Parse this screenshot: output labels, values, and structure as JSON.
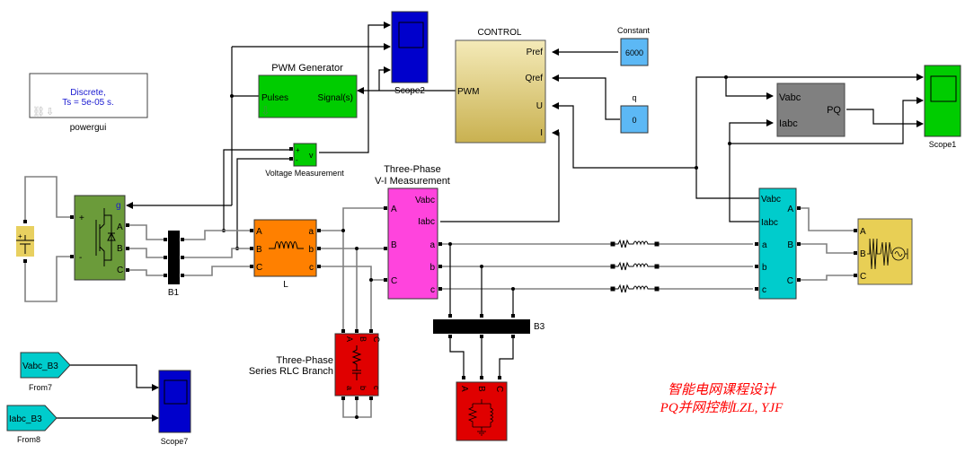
{
  "powergui": {
    "line1": "Discrete,",
    "line2": "Ts = 5e-05 s.",
    "label": "powergui"
  },
  "pwm_generator": {
    "title": "PWM Generator",
    "in_port": "Pulses",
    "out_port": "Signal(s)"
  },
  "scope2": {
    "label": "Scope2"
  },
  "control": {
    "title": "CONTROL",
    "in_port": "PWM",
    "ports": [
      "Pref",
      "Qref",
      "U",
      "I"
    ]
  },
  "constant": {
    "title": "Constant",
    "value": "6000"
  },
  "q_const": {
    "title": "q",
    "value": "0"
  },
  "voltage_measurement": {
    "label": "Voltage Measurement",
    "plus": "+",
    "minus": "-",
    "out": "v"
  },
  "pq_block": {
    "in_ports": [
      "Vabc",
      "Iabc"
    ],
    "out_port": "PQ"
  },
  "scope1": {
    "label": "Scope1"
  },
  "dc_source": {
    "plus": "+"
  },
  "inverter": {
    "gate": "g",
    "plus": "+",
    "minus": "-",
    "ports": [
      "A",
      "B",
      "C"
    ]
  },
  "bus_b1": {
    "label": "B1"
  },
  "inductor_l": {
    "label": "L",
    "in_ports": [
      "A",
      "B",
      "C"
    ],
    "out_ports": [
      "a",
      "b",
      "c"
    ]
  },
  "vi_measurement": {
    "title1": "Three-Phase",
    "title2": "V-I Measurement",
    "in_ports": [
      "A",
      "B",
      "C"
    ],
    "out_signals": [
      "Vabc",
      "Iabc"
    ],
    "out_ports": [
      "a",
      "b",
      "c"
    ]
  },
  "vi_measurement2": {
    "signals": [
      "Vabc",
      "Iabc"
    ],
    "in_ports": [
      "a",
      "b",
      "c"
    ],
    "out_ports": [
      "A",
      "B",
      "C"
    ]
  },
  "grid_source": {
    "ports": [
      "A",
      "B",
      "C"
    ]
  },
  "rlc_branch": {
    "title1": "Three-Phase",
    "title2": "Series RLC Branch",
    "top_ports": [
      "A",
      "B",
      "C"
    ],
    "bottom_ports": [
      "a",
      "b",
      "c"
    ]
  },
  "bus_b3": {
    "label": "B3"
  },
  "rl_load": {
    "ports": [
      "A",
      "B",
      "C"
    ]
  },
  "from7": {
    "tag": "Vabc_B3",
    "label": "From7"
  },
  "from8": {
    "tag": "Iabc_B3",
    "label": "From8"
  },
  "scope7": {
    "label": "Scope7"
  },
  "annotation": {
    "line1": "智能电网课程设计",
    "line2": "PQ并网控制LZL, YJF"
  },
  "colors": {
    "pwm_green": "#00cc00",
    "scope_blue": "#0000cc",
    "control_gold": "#e0cf7a",
    "const_blue": "#5cb8f5",
    "pq_gray": "#808080",
    "scope1_green": "#00cc00",
    "dc_yellow": "#e8d060",
    "inverter_green": "#6b9b3a",
    "inductor_orange": "#ff8000",
    "vi_magenta": "#ff44dd",
    "vi2_cyan": "#00cccc",
    "grid_yellow": "#e8cf55",
    "rlc_red": "#e00000",
    "annotation_red": "#ff0000"
  }
}
